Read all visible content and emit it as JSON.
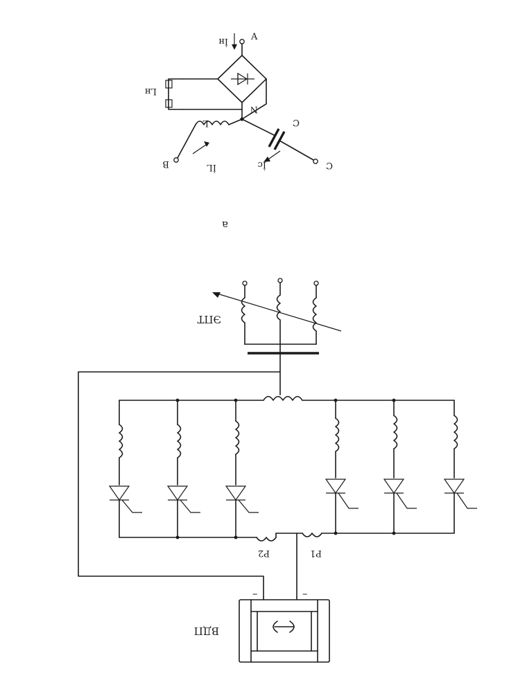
{
  "diagram_a": {
    "terminal_a": "A",
    "terminal_b": "B",
    "terminal_c": "C",
    "current_load": "İн",
    "current_l": "İL",
    "current_c": "İc",
    "load_inductance": "Lн",
    "inductor": "L",
    "capacitor": "C",
    "node": "N",
    "caption": "а"
  },
  "diagram_b": {
    "transformer_label": "ЭПТ",
    "reactor_1": "Р1",
    "reactor_2": "Р2",
    "minus_1": "–",
    "minus_2": "–",
    "motor_label": "ВДП"
  }
}
